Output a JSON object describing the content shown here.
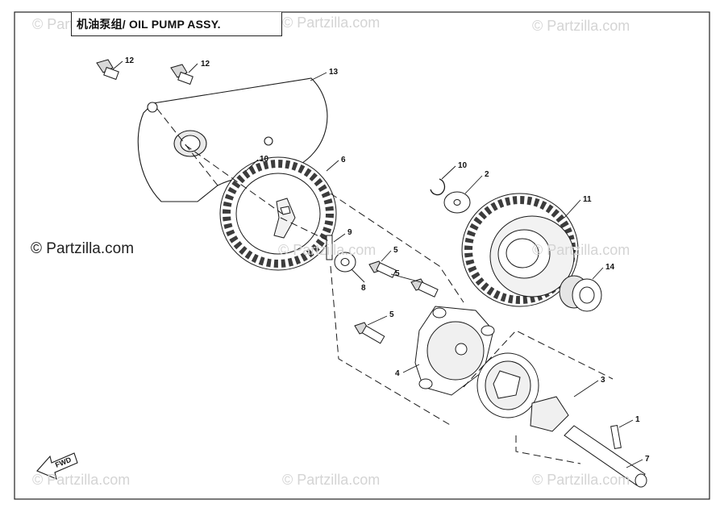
{
  "title": "机油泵组/ OIL PUMP ASSY.",
  "copyright": "© Partzilla.com",
  "watermark": "© Partzilla.com",
  "fwd_label": "FWD",
  "callouts": [
    "12",
    "12",
    "13",
    "10",
    "6",
    "10",
    "2",
    "11",
    "9",
    "5",
    "5",
    "14",
    "8",
    "5",
    "4",
    "3",
    "1",
    "7"
  ],
  "colors": {
    "line": "#1a1a1a",
    "watermark": "#d4d4d4"
  }
}
